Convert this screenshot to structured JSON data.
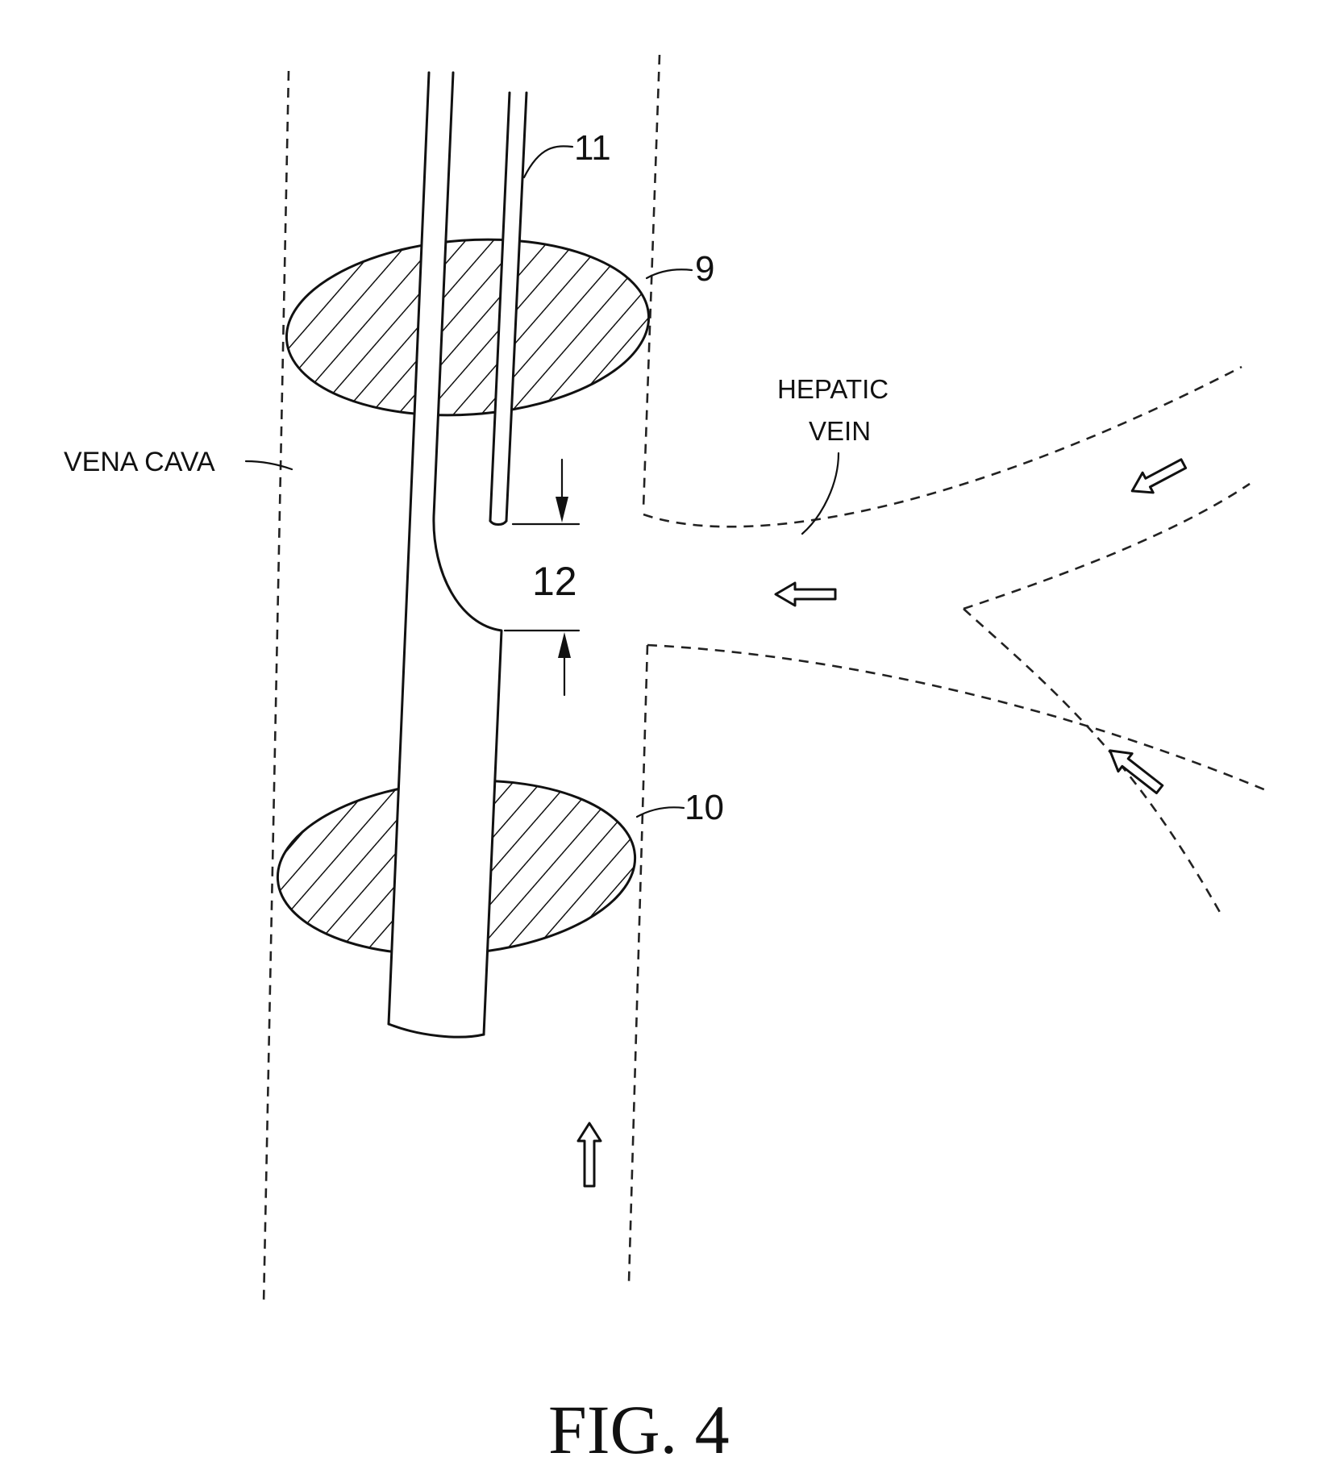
{
  "figure": {
    "caption": "FIG. 4"
  },
  "labels": {
    "vena_cava": "VENA CAVA",
    "hepatic_vein_line1": "HEPATIC",
    "hepatic_vein_line2": "VEIN",
    "ref_11": "11",
    "ref_9": "9",
    "ref_10": "10",
    "ref_12": "12"
  },
  "colors": {
    "ink": "#111111",
    "background": "#ffffff"
  },
  "icons": {
    "flow_arrow": "hollow-arrow-icon",
    "dimension_arrow": "solid-arrowhead-icon",
    "balloon_hatch": "diagonal-hatch-pattern"
  }
}
